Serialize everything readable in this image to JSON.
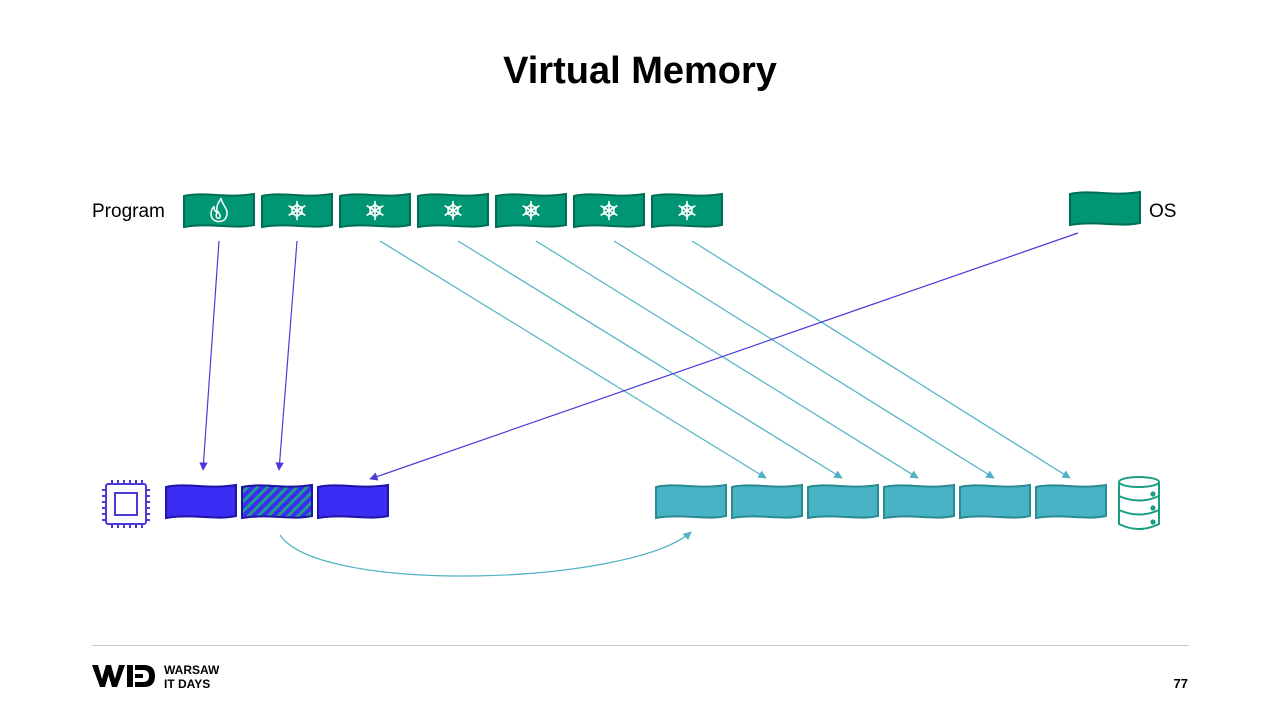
{
  "slide": {
    "title": "Virtual Memory",
    "page_number": "77"
  },
  "labels": {
    "program": "Program",
    "os": "OS"
  },
  "branding": {
    "line1": "WARSAW",
    "line2": "IT DAYS"
  },
  "program_pages": [
    {
      "icon": "fire-icon"
    },
    {
      "icon": "snowflake-icon"
    },
    {
      "icon": "snowflake-icon"
    },
    {
      "icon": "snowflake-icon"
    },
    {
      "icon": "snowflake-icon"
    },
    {
      "icon": "snowflake-icon"
    },
    {
      "icon": "snowflake-icon"
    }
  ],
  "os_pages": [
    {
      "icon": ""
    }
  ],
  "ram_frames": [
    {
      "state": "used"
    },
    {
      "state": "hatched"
    },
    {
      "state": "used"
    }
  ],
  "disk_frames_count": 6,
  "mappings": [
    {
      "from": "program",
      "index": 0,
      "to": "ram",
      "target": 0
    },
    {
      "from": "program",
      "index": 1,
      "to": "ram",
      "target": 1
    },
    {
      "from": "program",
      "index": 2,
      "to": "disk",
      "target": 1
    },
    {
      "from": "program",
      "index": 3,
      "to": "disk",
      "target": 2
    },
    {
      "from": "program",
      "index": 4,
      "to": "disk",
      "target": 3
    },
    {
      "from": "program",
      "index": 5,
      "to": "disk",
      "target": 4
    },
    {
      "from": "program",
      "index": 6,
      "to": "disk",
      "target": 5
    },
    {
      "from": "os",
      "index": 0,
      "to": "ram",
      "target": 2
    }
  ],
  "swap": {
    "from_ram": 1,
    "to_disk": 0
  },
  "colors": {
    "program_page": "#009673",
    "program_page_stroke": "#006e55",
    "ram_frame": "#3a2cf2",
    "ram_frame_stroke": "#1e14a6",
    "ram_hatch": "#1f9c8a",
    "disk_frame": "#47b3c4",
    "disk_frame_stroke": "#2b8a92",
    "ram_arrow": "#4a3bd6",
    "disk_arrow": "#4fb3c3",
    "cpu_icon": "#4a3bd6",
    "disk_icon": "#1a9e80"
  }
}
